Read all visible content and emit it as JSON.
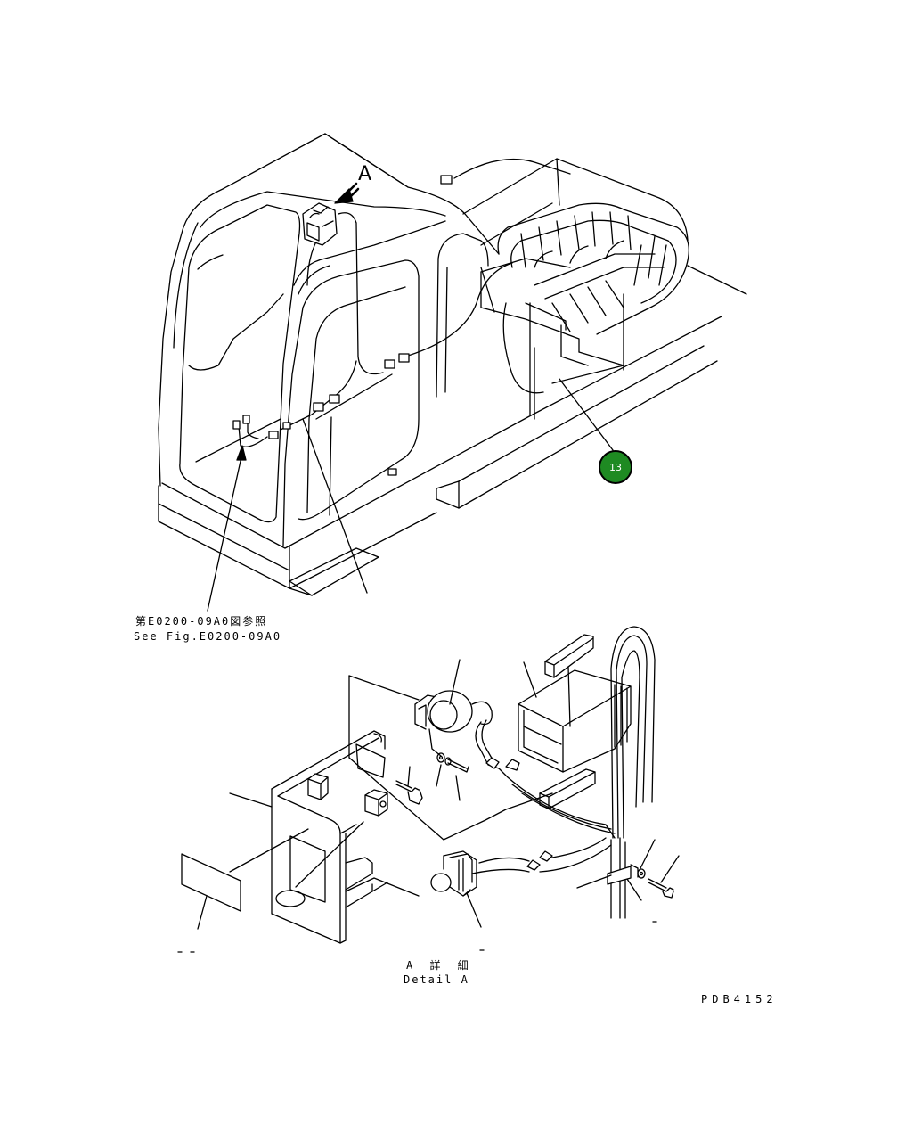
{
  "view_label": "A",
  "callouts": [
    {
      "number": "13",
      "color": "#1e8a22"
    }
  ],
  "reference_note": {
    "japanese": "第E0200-09A0図参照",
    "english": "See Fig.E0200-09A0"
  },
  "detail_caption": {
    "japanese": "A 詳 細",
    "english": "Detail A"
  },
  "drawing_number": "PDB4152"
}
